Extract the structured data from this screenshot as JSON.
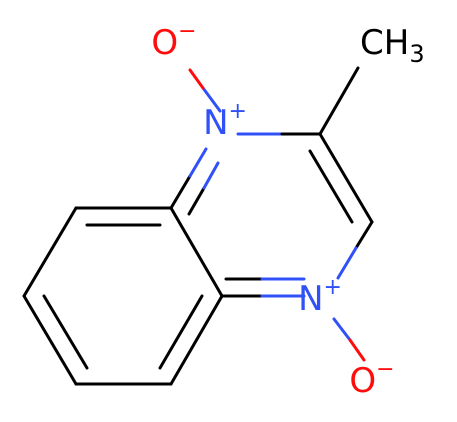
{
  "colors": {
    "carbon_bond": "#000000",
    "nitrogen": "#3050F8",
    "oxygen": "#FF0D0D",
    "background": "#FFFFFF"
  },
  "atoms": {
    "o_top": {
      "symbol": "O",
      "charge": "−"
    },
    "n_top": {
      "symbol": "N",
      "charge": "+"
    },
    "methyl": {
      "symbol": "CH",
      "subscript": "3"
    },
    "n_bottom": {
      "symbol": "N",
      "charge": "+"
    },
    "o_bottom": {
      "symbol": "O",
      "charge": "−"
    }
  }
}
